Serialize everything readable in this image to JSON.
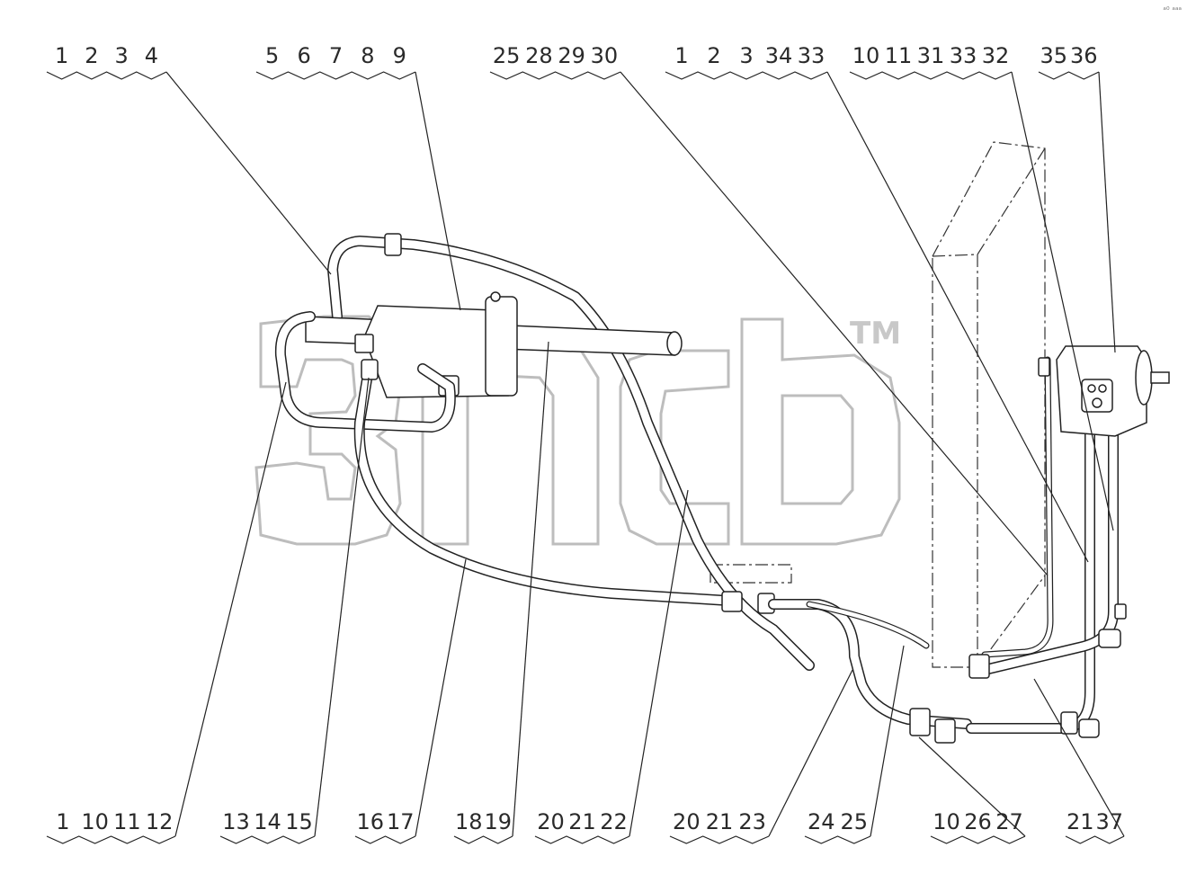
{
  "corner_mark": "ₐ₀ ₐₐₐ",
  "watermark_tm": "TM",
  "top_labels": [
    {
      "id": "t1",
      "numbers": [
        "1",
        "2",
        "3",
        "4"
      ]
    },
    {
      "id": "t2",
      "numbers": [
        "5",
        "6",
        "7",
        "8",
        "9"
      ]
    },
    {
      "id": "t3",
      "numbers": [
        "25",
        "28",
        "29",
        "30"
      ]
    },
    {
      "id": "t4",
      "numbers": [
        "1",
        "2",
        "3",
        "34",
        "33"
      ]
    },
    {
      "id": "t5",
      "numbers": [
        "10",
        "11",
        "31",
        "33",
        "32"
      ]
    },
    {
      "id": "t6",
      "numbers": [
        "35",
        "36"
      ]
    }
  ],
  "bottom_labels": [
    {
      "id": "b1",
      "numbers": [
        "1",
        "10",
        "11",
        "12"
      ]
    },
    {
      "id": "b2",
      "numbers": [
        "13",
        "14",
        "15"
      ]
    },
    {
      "id": "b3",
      "numbers": [
        "16",
        "17"
      ]
    },
    {
      "id": "b4",
      "numbers": [
        "18",
        "19"
      ]
    },
    {
      "id": "b5",
      "numbers": [
        "20",
        "21",
        "22"
      ]
    },
    {
      "id": "b6",
      "numbers": [
        "20",
        "21",
        "23"
      ]
    },
    {
      "id": "b7",
      "numbers": [
        "24",
        "25"
      ]
    },
    {
      "id": "b8",
      "numbers": [
        "10",
        "26",
        "27"
      ]
    },
    {
      "id": "b9",
      "numbers": [
        "21",
        "37"
      ]
    }
  ]
}
